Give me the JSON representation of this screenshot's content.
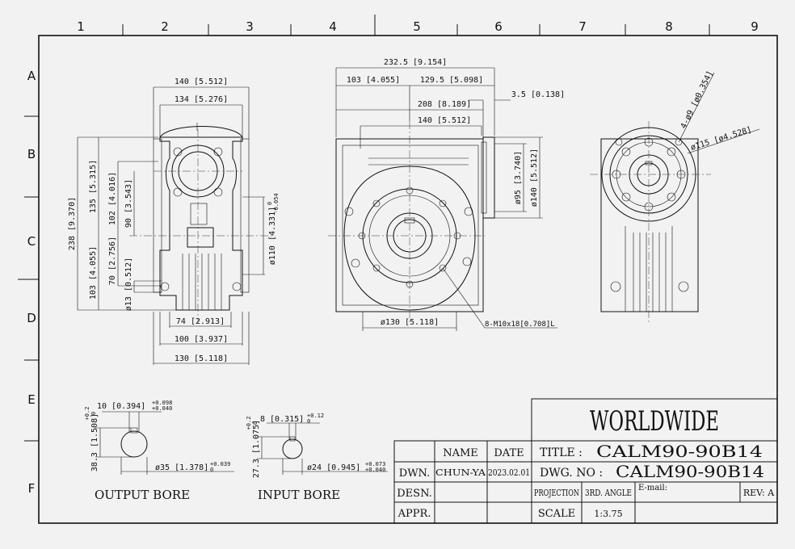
{
  "column_labels": [
    "1",
    "2",
    "3",
    "4",
    "5",
    "6",
    "7",
    "8",
    "9"
  ],
  "row_labels": [
    "A",
    "B",
    "C",
    "D",
    "E",
    "F"
  ],
  "front_view": {
    "width_140": "140 [5.512]",
    "width_134": "134 [5.276]",
    "height_238": "238 [9.370]",
    "height_135": "135 [5.315]",
    "height_103": "103 [4.055]",
    "height_102": "102 [4.016]",
    "height_90": "90 [3.543]",
    "height_70": "70 [2.756]",
    "height_13": "ø13 [0.512]",
    "bore_110": "ø110 [4.331]",
    "tol_110_top": "0",
    "tol_110_bot": "-0.054",
    "width_74": "74 [2.913]",
    "width_100": "100 [3.937]",
    "width_130": "130 [5.118]"
  },
  "side_view": {
    "width_232": "232.5 [9.154]",
    "width_103": "103 [4.055]",
    "width_129": "129.5 [5.098]",
    "width_208": "208 [8.189]",
    "width_140": "140 [5.512]",
    "gap_3_5": "3.5 [0.138]",
    "dia_95": "ø95 [3.740]",
    "dia_140": "ø140 [5.512]",
    "dia_130": "ø130 [5.118]",
    "screw_note": "8-M10x18[0.708]L"
  },
  "right_view": {
    "holes": "4-ø9 [ø0.354]",
    "pcd": "ø115 [ø4.528]"
  },
  "output_bore": {
    "key": "10 [0.394]",
    "key_tol_top": "+0.098",
    "key_tol_bot": "+0.040",
    "height": "38.3 [1.508]",
    "height_tol_top": "+0.2",
    "height_tol_bot": "0",
    "dia": "ø35 [1.378]",
    "dia_tol_top": "+0.039",
    "dia_tol_bot": "0",
    "caption": "OUTPUT BORE"
  },
  "input_bore": {
    "key": "8 [0.315]",
    "key_tol_top": "+0.12",
    "key_tol_bot": "0",
    "height": "27.3 [1.075]",
    "height_tol_top": "+0.2",
    "height_tol_bot": "0",
    "dia": "ø24 [0.945]",
    "dia_tol_top": "+0.073",
    "dia_tol_bot": "+0.040",
    "caption": "INPUT BORE"
  },
  "title_block": {
    "company": "WORLDWIDE",
    "head_name": "NAME",
    "head_date": "DATE",
    "dwn_label": "DWN.",
    "dwn_name": "CHUN-YA",
    "dwn_date": "2023.02.01",
    "desn_label": "DESN.",
    "appr_label": "APPR.",
    "title_label": "TITLE :",
    "title_value": "CALM90-90B14",
    "dwgno_label": "DWG. NO :",
    "dwgno_value": "CALM90-90B14",
    "projection_label": "PROJECTION",
    "projection_value": "3RD. ANGLE",
    "email_label": "E-mail:",
    "rev_label": "REV: A",
    "scale_label": "SCALE",
    "scale_value": "1:3.75"
  }
}
